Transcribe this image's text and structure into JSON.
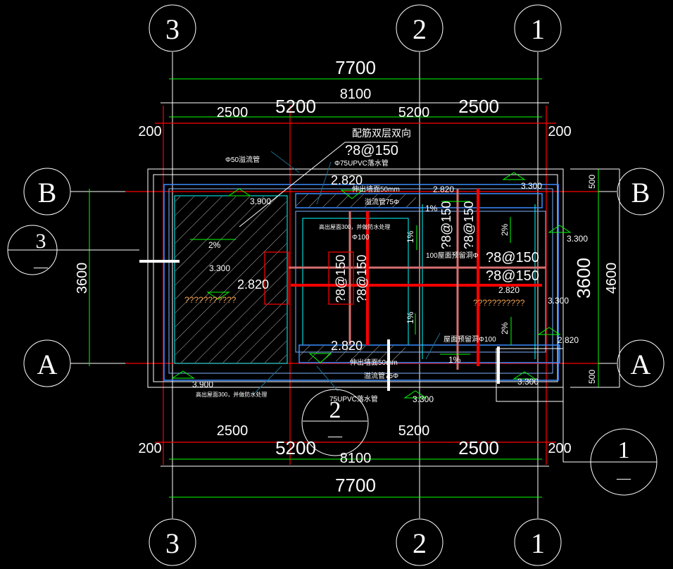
{
  "axes": {
    "vertical": [
      "3",
      "2",
      "1"
    ],
    "horizontal": [
      "B",
      "A"
    ]
  },
  "sections": [
    {
      "num": "3",
      "sub": "—"
    },
    {
      "num": "2",
      "sub": "—"
    },
    {
      "num": "1",
      "sub": "—"
    }
  ],
  "dims": {
    "total_outer": "7700",
    "total_mid": "8100",
    "d5200": "5200",
    "d2500": "2500",
    "d200": "200",
    "d3600": "3600",
    "d4600": "4600",
    "d500": "500"
  },
  "labels": {
    "rebar_note": "配筋双层双向",
    "rebar_spec": "?8@150",
    "downpipe": "Φ75UPVC落水管",
    "downpipe2": "75UPVC落水管",
    "overflow50": "Φ50溢流管",
    "extend": "伸出墙面50mm",
    "overflow75": "溢流管75Φ",
    "raise": "高出屋面300，并做防水处理",
    "phi100": "Φ100",
    "hole100a": "100屋面预留洞Φ",
    "hole100b": "屋面预留洞Φ100",
    "unknown": "???????????",
    "rebar_v": "?8@150"
  },
  "elevations": {
    "e3900": "3.900",
    "e3300": "3.300",
    "e2820": "2.820"
  },
  "slopes": {
    "s2": "2%",
    "s1": "1%"
  },
  "colors": {
    "background": "#000000",
    "grid": "#ffffff",
    "rebar": "#ff0000",
    "dimension": "#00ff00",
    "wall": "#3a8cff"
  }
}
